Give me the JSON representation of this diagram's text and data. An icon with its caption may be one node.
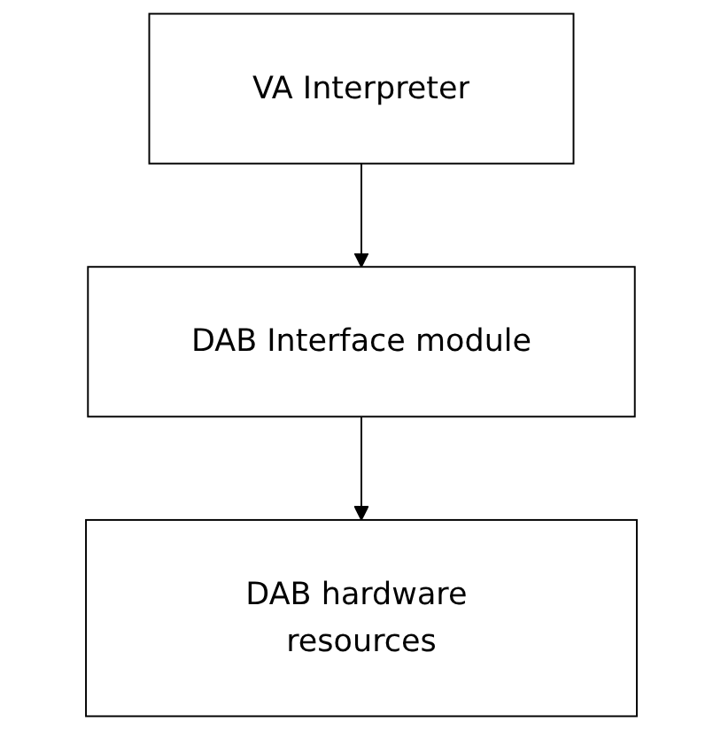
{
  "diagram": {
    "nodes": [
      {
        "text": [
          "VA Interpreter"
        ]
      },
      {
        "text": [
          "DAB Interface module"
        ]
      },
      {
        "text": [
          "DAB hardware resources"
        ]
      }
    ],
    "edges": [
      {
        "from": 0,
        "to": 1,
        "arrow": "to"
      },
      {
        "from": 1,
        "to": 2,
        "arrow": "to"
      }
    ]
  }
}
